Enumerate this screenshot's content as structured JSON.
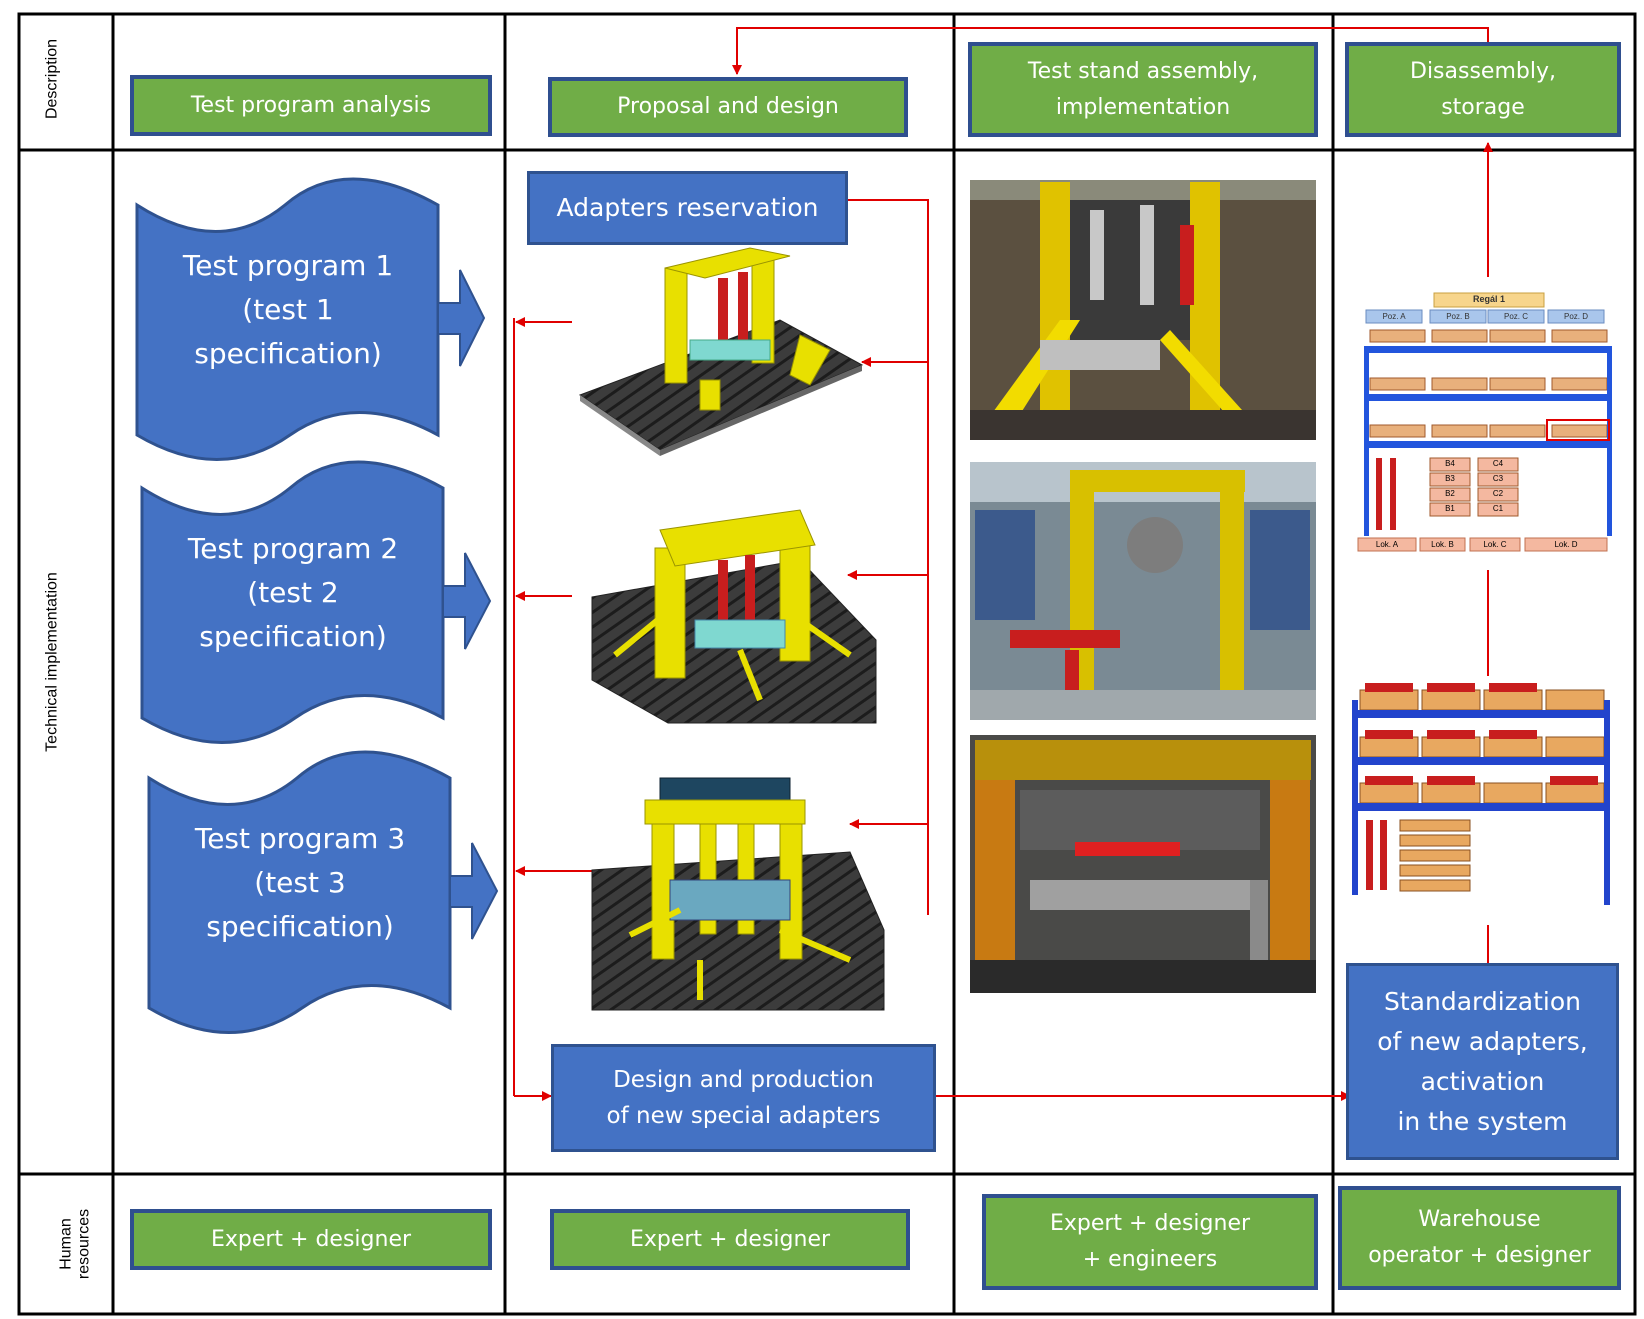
{
  "rows": {
    "description": "Description",
    "technical": "Technical implementation",
    "human_line1": "Human",
    "human_line2": "resources"
  },
  "columns": {
    "c1": "Test program analysis",
    "c2": "Proposal and design",
    "c3": "Test stand assembly,\nimplementation",
    "c4": "Disassembly,\nstorage"
  },
  "programs": [
    {
      "text": "Test program 1\n(test 1\nspecification)"
    },
    {
      "text": "Test program 2\n(test 2\nspecification)"
    },
    {
      "text": "Test program 3\n(test 3\nspecification)"
    }
  ],
  "design": {
    "reservation": "Adapters reservation",
    "special": "Design and production\nof new special adapters"
  },
  "storage": {
    "standardization": "Standardization\nof new adapters,\nactivation\nin the system",
    "rack_title": "Regál 1",
    "positions": [
      "Poz. A",
      "Poz. B",
      "Poz. C",
      "Poz. D"
    ],
    "locations": [
      "Lok. A",
      "Lok. B",
      "Lok. C",
      "Lok. D"
    ],
    "b_slots": [
      "B4",
      "B3",
      "B2",
      "B1"
    ],
    "c_slots": [
      "C4",
      "C3",
      "C2",
      "C1"
    ]
  },
  "human": {
    "c1": "Expert + designer",
    "c2": "Expert + designer",
    "c3": "Expert + designer\n+ engineers",
    "c4": "Warehouse\noperator + designer"
  },
  "colors": {
    "green": "#70ad47",
    "blue": "#4472c4",
    "arrow": "#e00000",
    "yellow": "#e8e000"
  }
}
